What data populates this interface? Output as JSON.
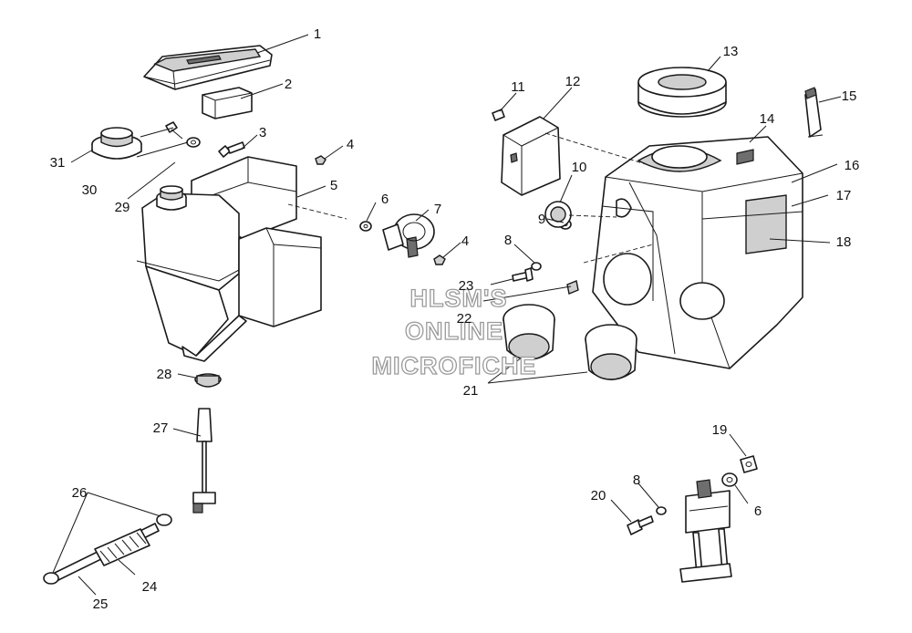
{
  "watermark": {
    "lines": [
      "HLSM'S",
      "ONLINE",
      "MICROFICHE"
    ]
  },
  "callouts": {
    "c1": "1",
    "c2": "2",
    "c3": "3",
    "c4a": "4",
    "c4b": "4",
    "c5": "5",
    "c6a": "6",
    "c6b": "6",
    "c7": "7",
    "c8a": "8",
    "c8b": "8",
    "c9": "9",
    "c10": "10",
    "c11": "11",
    "c12": "12",
    "c13": "13",
    "c14": "14",
    "c15": "15",
    "c16": "16",
    "c17": "17",
    "c18": "18",
    "c19": "19",
    "c20": "20",
    "c21": "21",
    "c22": "22",
    "c23": "23",
    "c24": "24",
    "c25": "25",
    "c26": "26",
    "c27": "27",
    "c28": "28",
    "c29": "29",
    "c30": "30",
    "c31": "31"
  }
}
